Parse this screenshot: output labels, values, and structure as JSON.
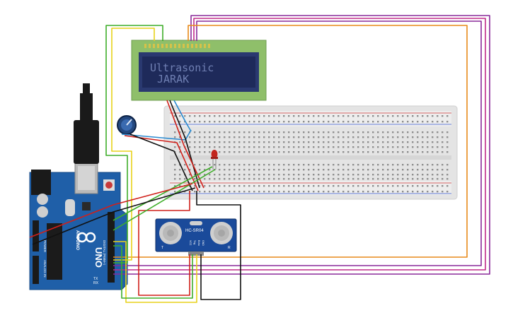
{
  "lcd": {
    "line1": "Ultrasonic",
    "line2": "JARAK",
    "bg": "#1e2a5a",
    "text_color": "#6f7fb2",
    "pcb": "#8fbf6a"
  },
  "sensor": {
    "model": "HC-SR04",
    "left_mark": "T",
    "right_mark": "R",
    "pins": [
      "VCC",
      "Trig",
      "Echo",
      "GND"
    ],
    "board": "#1a4a9a"
  },
  "arduino": {
    "model": "UNO",
    "brand": "ARDUINO",
    "analog_label": "ANALOG IN",
    "digital_label": "DIGITAL (PWM~)",
    "power_label": "POWER",
    "tx": "TX",
    "rx": "RX",
    "board": "#1f5fa8"
  },
  "colors": {
    "red": "#d0201a",
    "black": "#111111",
    "green": "#3fae2a",
    "yellow": "#e8d21a",
    "orange": "#e88a1a",
    "purple": "#8a2a9a",
    "magenta": "#c02a8a",
    "blue": "#2a8ad0",
    "breadboard": "#e7e7e7"
  }
}
